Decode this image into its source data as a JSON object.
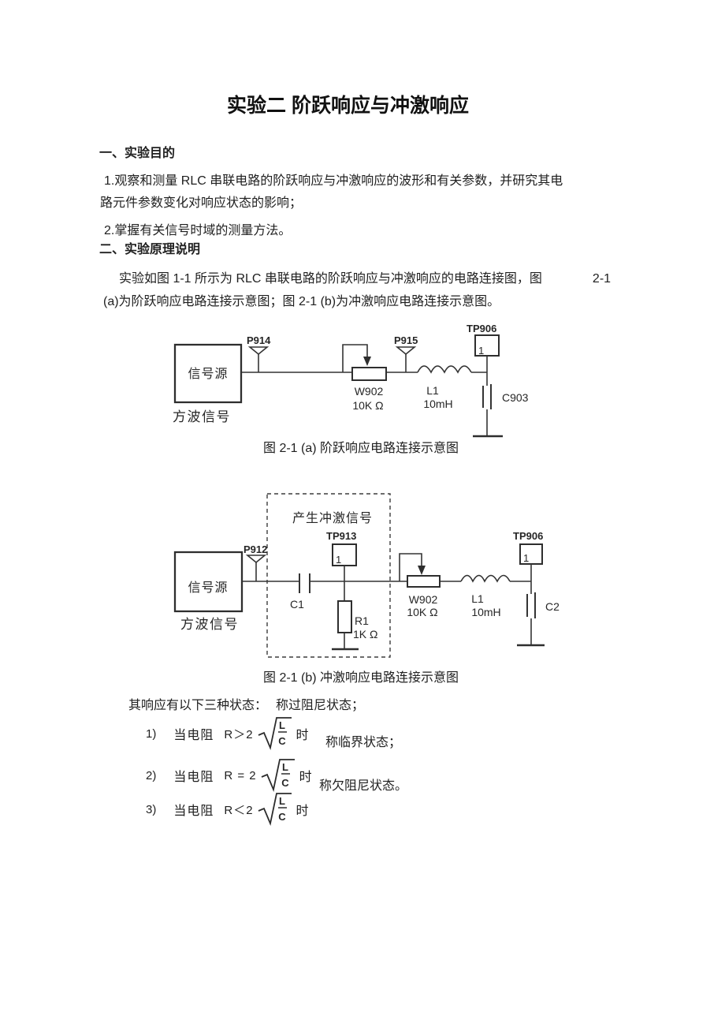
{
  "doc": {
    "title": "实验二 阶跃响应与冲激响应",
    "section1": {
      "heading": "一、实验目的",
      "point1_line1": "1.观察和测量 RLC 串联电路的阶跃响应与冲激响应的波形和有关参数，并研究其电",
      "point1_line2": "路元件参数变化对响应状态的影响；",
      "point2": "2.掌握有关信号时域的测量方法。"
    },
    "section2": {
      "heading": "二、实验原理说明",
      "intro_line1": "实验如图 1-1 所示为 RLC 串联电路的阶跃响应与冲激响应的电路连接图，图",
      "intro_line1_tail": "2-1",
      "intro_line2": "(a)为阶跃响应电路连接示意图；图 2-1 (b)为冲激响应电路连接示意图。"
    }
  },
  "figure_a": {
    "caption": "图  2-1 (a) 阶跃响应电路连接示意图",
    "source": "信号源",
    "source_type": "方波信号",
    "probe1": "P914",
    "probe2": "P915",
    "pot_ref": "W902",
    "pot_value": "10K Ω",
    "inductor_ref": "L1",
    "inductor_value": "10mH",
    "testpoint_ref": "TP906",
    "testpoint_pin": "1",
    "cap_ref": "C903"
  },
  "figure_b": {
    "caption": "图  2-1 (b) 冲激响应电路连接示意图",
    "impulse_box_label": "产生冲激信号",
    "source": "信号源",
    "source_type": "方波信号",
    "probe1": "P912",
    "cap1_ref": "C1",
    "testpoint1_ref": "TP913",
    "testpoint1_pin": "1",
    "res_ref": "R1",
    "res_value": "1K Ω",
    "pot_ref": "W902",
    "pot_value": "10K Ω",
    "inductor_ref": "L1",
    "inductor_value": "10mH",
    "testpoint2_ref": "TP906",
    "testpoint2_pin": "1",
    "cap2_ref": "C2"
  },
  "states": {
    "intro": "其响应有以下三种状态：",
    "state1": "称过阻尼状态；",
    "state2": "称临界状态；",
    "state3": "称欠阻尼状态。",
    "items": [
      {
        "num": "1)",
        "cond_prefix": "当电阻",
        "relation": "R＞2",
        "sqrt_num": "L",
        "sqrt_den": "C",
        "cond_suffix": "时"
      },
      {
        "num": "2)",
        "cond_prefix": "当电阻",
        "relation": "R = 2",
        "sqrt_num": "L",
        "sqrt_den": "C",
        "cond_suffix": "时"
      },
      {
        "num": "3)",
        "cond_prefix": "当电阻",
        "relation": "R＜2",
        "sqrt_num": "L",
        "sqrt_den": "C",
        "cond_suffix": "时"
      }
    ]
  }
}
